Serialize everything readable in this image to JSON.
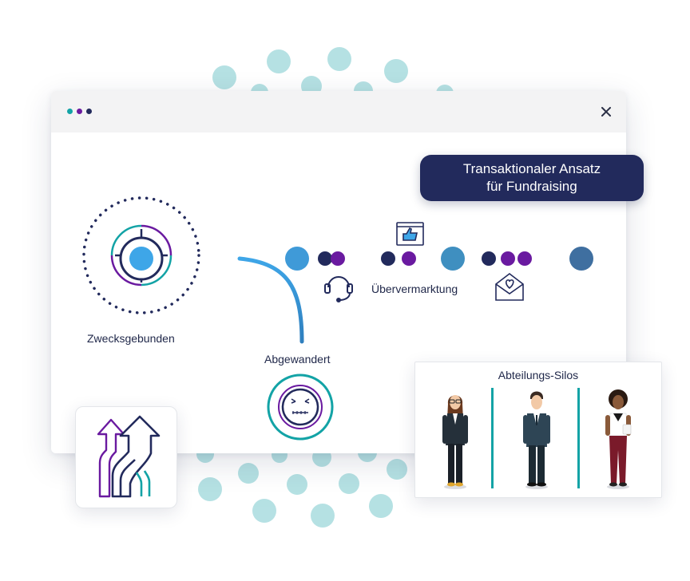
{
  "colors": {
    "navy": "#222a5c",
    "purple": "#6a1aa0",
    "teal": "#13a3a6",
    "blue": "#3ea6e8",
    "steel": "#3f80b2",
    "dots_bg": "#a9dcdf"
  },
  "window": {
    "close_icon": "close-icon",
    "titlebar_dots": [
      "teal",
      "purple",
      "navy"
    ]
  },
  "journey": {
    "start_label": "Zwecksgebunden",
    "churn_label": "Abgewandert",
    "middle_label": "Übervermarktung",
    "badge_line1": "Transaktionaler Ansatz",
    "badge_line2": "für Fundraising",
    "icons": [
      "target-icon",
      "thumbs-up-icon",
      "headset-icon",
      "mail-heart-icon",
      "sad-face-icon"
    ]
  },
  "silos": {
    "title": "Abteilungs-Silos",
    "people": [
      "woman-with-glasses",
      "man-in-suit",
      "woman-with-curly-hair"
    ]
  },
  "arrows_card": {
    "icon": "diverging-arrows-icon"
  }
}
